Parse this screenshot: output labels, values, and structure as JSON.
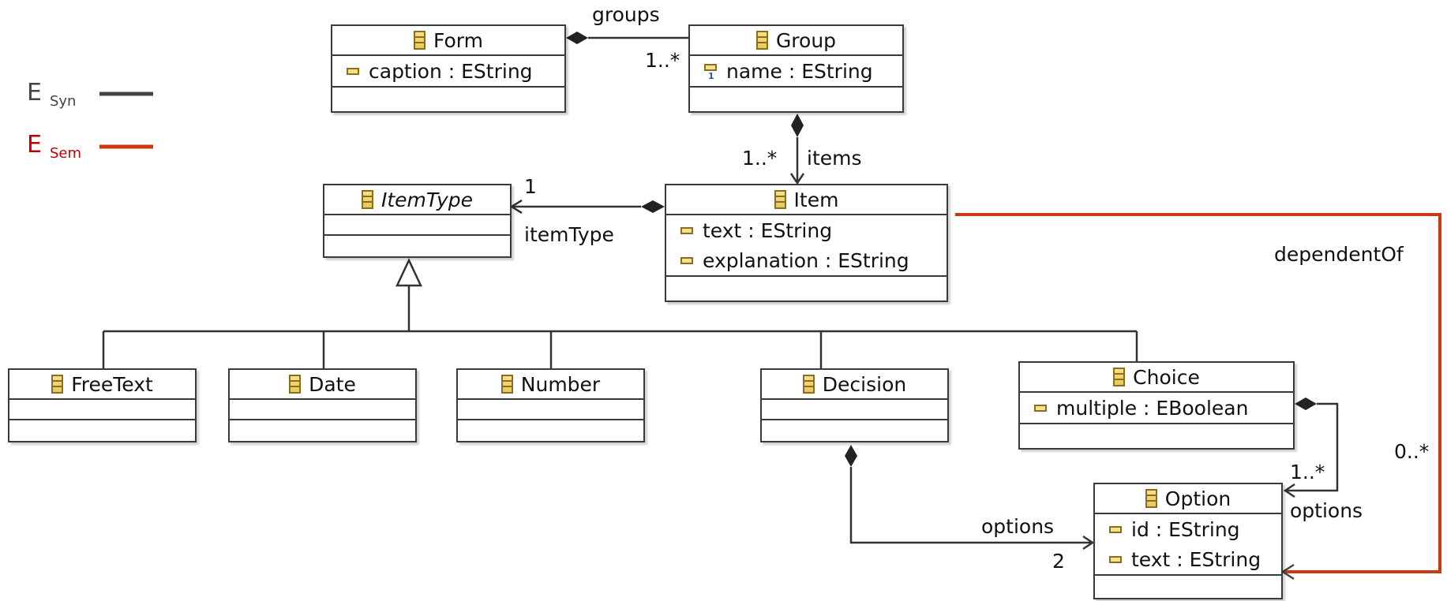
{
  "legend": {
    "syn": {
      "letter": "E",
      "sub": "Syn",
      "color": "#444444"
    },
    "sem": {
      "letter": "E",
      "sub": "Sem",
      "color": "#c83a10"
    }
  },
  "classes": {
    "form": {
      "name": "Form",
      "attrs": [
        "caption : EString"
      ]
    },
    "group": {
      "name": "Group",
      "attrs": [
        "name : EString"
      ]
    },
    "item": {
      "name": "Item",
      "attrs": [
        "text : EString",
        "explanation : EString"
      ]
    },
    "itemtype": {
      "name": "ItemType"
    },
    "freetext": {
      "name": "FreeText"
    },
    "date": {
      "name": "Date"
    },
    "number": {
      "name": "Number"
    },
    "decision": {
      "name": "Decision"
    },
    "choice": {
      "name": "Choice",
      "attrs": [
        "multiple : EBoolean"
      ]
    },
    "option": {
      "name": "Option",
      "attrs": [
        "id : EString",
        "text : EString"
      ]
    }
  },
  "labels": {
    "groups": "groups",
    "groups_mult": "1..*",
    "items_mult": "1..*",
    "items": "items",
    "itemtype_mult": "1",
    "itemtype": "itemType",
    "dependent_of": "dependentOf",
    "dependent_mult": "0..*",
    "choice_options_mult": "1..*",
    "choice_options": "options",
    "decision_options": "options",
    "decision_options_mult": "2"
  }
}
